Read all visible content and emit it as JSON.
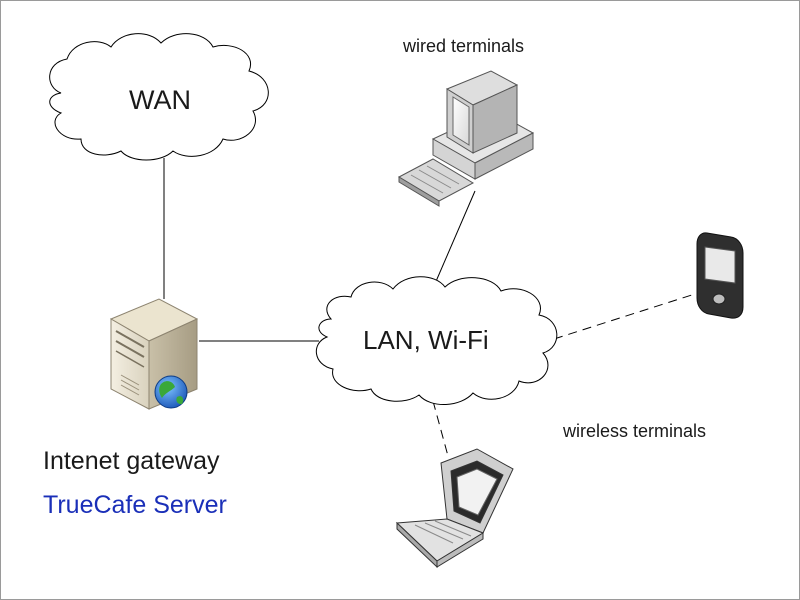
{
  "clouds": {
    "wan": "WAN",
    "lan": "LAN, Wi-Fi"
  },
  "devices": {
    "wired_label": "wired terminals",
    "wireless_label": "wireless terminals",
    "gateway_label": "Intenet gateway",
    "server_label": "TrueCafe Server"
  },
  "colors": {
    "server_label": "#1a2fb8",
    "text": "#1a1a1a",
    "lines": "#000000"
  }
}
